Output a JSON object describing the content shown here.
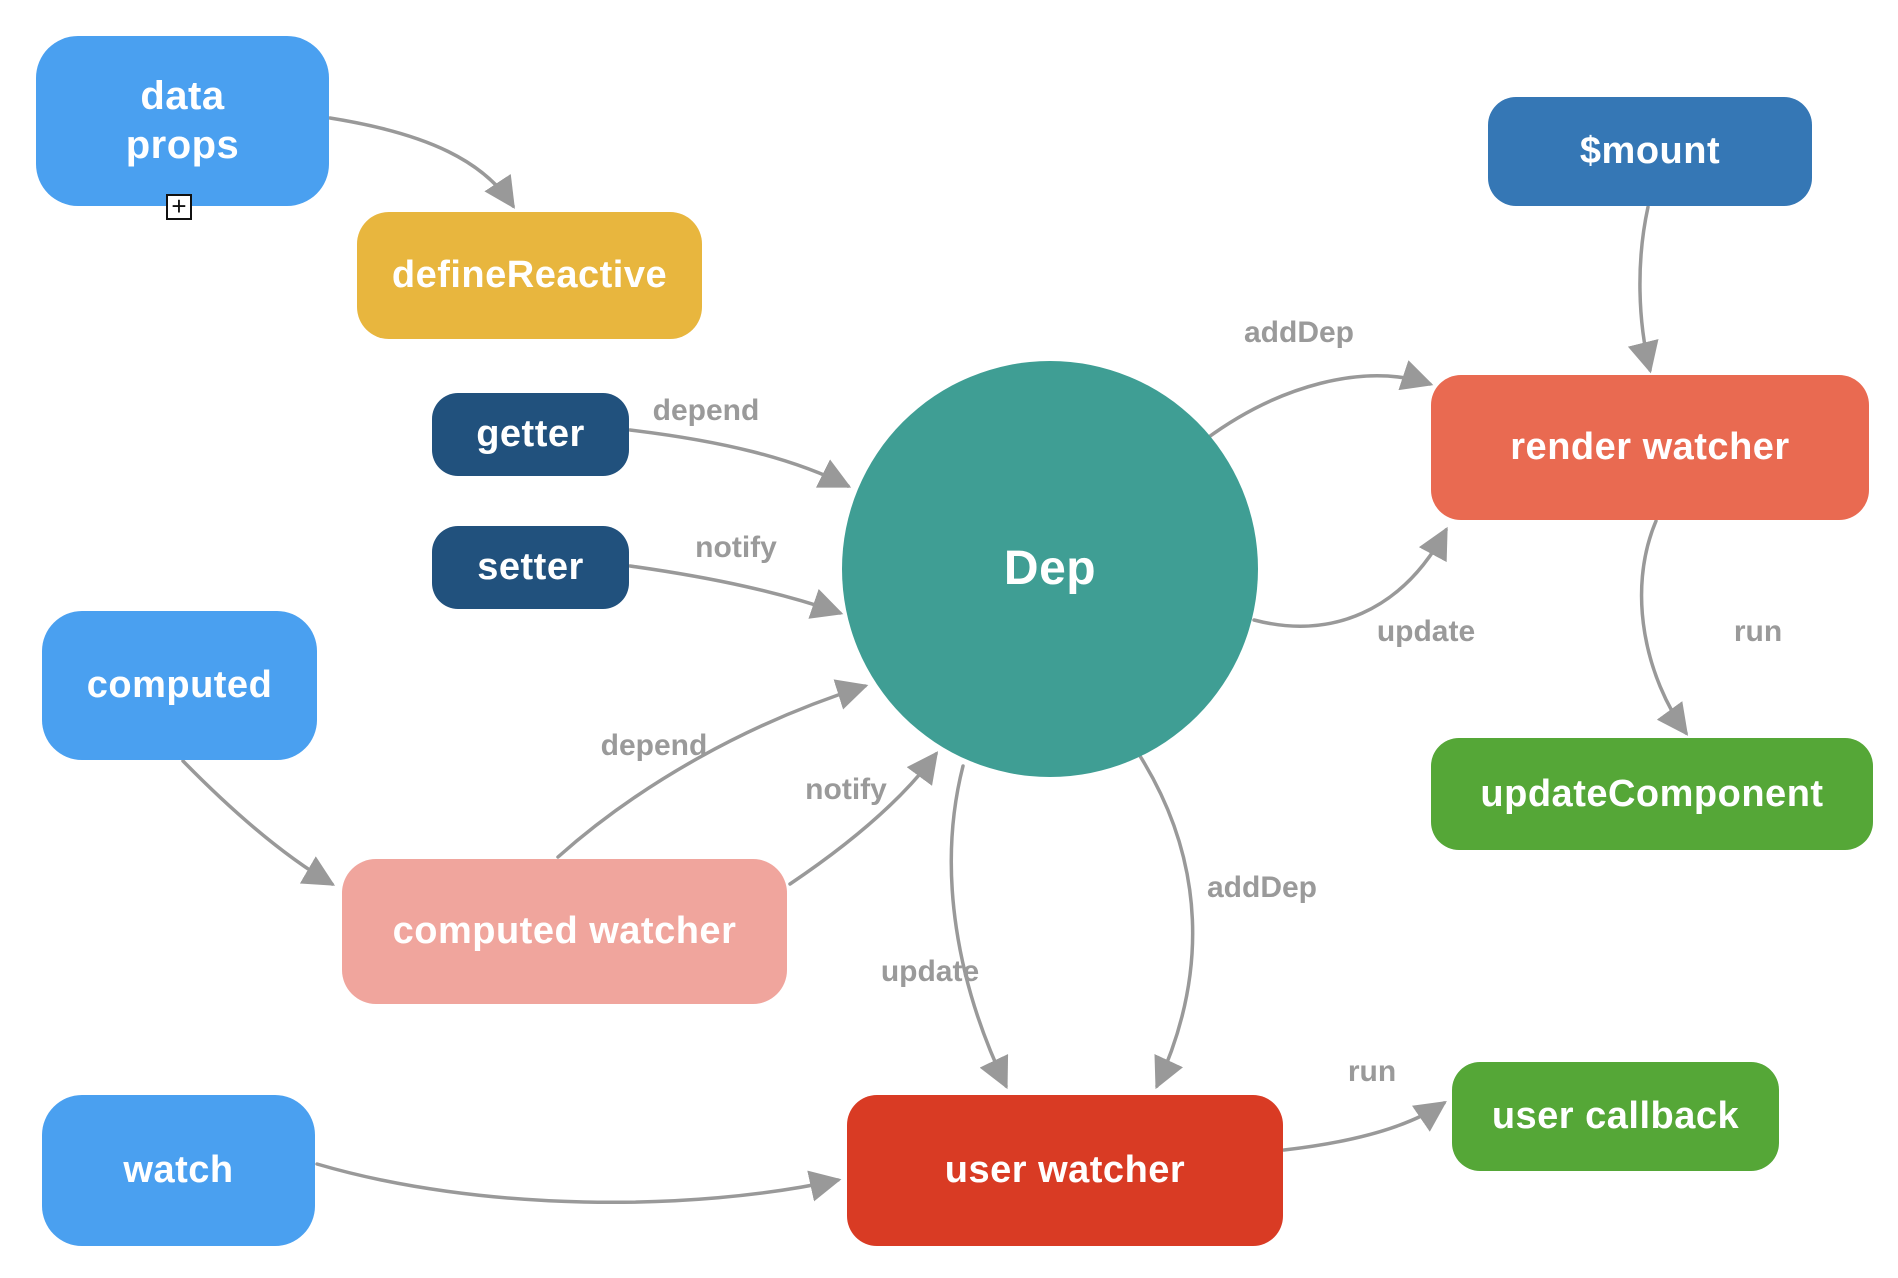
{
  "theme": {
    "background": "#ffffff",
    "arrow_color": "#999999",
    "edge_label_color": "#9a9a9a",
    "node_text_color": "#ffffff",
    "expand_icon_color": "#111111"
  },
  "icons": {
    "expand_glyph": "+"
  },
  "nodes": {
    "data_props": {
      "label": "data\nprops",
      "color": "#4AA0F0"
    },
    "define_reactive": {
      "label": "defineReactive",
      "color": "#E8B63E"
    },
    "getter": {
      "label": "getter",
      "color": "#21517D"
    },
    "setter": {
      "label": "setter",
      "color": "#21517D"
    },
    "dep": {
      "label": "Dep",
      "color": "#3F9E94"
    },
    "mount": {
      "label": "$mount",
      "color": "#3577B5"
    },
    "render_watcher": {
      "label": "render watcher",
      "color": "#E96A51"
    },
    "update_component": {
      "label": "updateComponent",
      "color": "#55A737"
    },
    "computed": {
      "label": "computed",
      "color": "#4AA0F0"
    },
    "computed_watcher": {
      "label": "computed watcher",
      "color": "#F0A59D"
    },
    "watch": {
      "label": "watch",
      "color": "#4AA0F0"
    },
    "user_watcher": {
      "label": "user watcher",
      "color": "#D93B24"
    },
    "user_callback": {
      "label": "user callback",
      "color": "#55A737"
    }
  },
  "edges": [
    {
      "from": "data props",
      "to": "defineReactive",
      "label": ""
    },
    {
      "from": "getter",
      "to": "Dep",
      "label": "depend"
    },
    {
      "from": "setter",
      "to": "Dep",
      "label": "notify"
    },
    {
      "from": "Dep",
      "to": "render watcher",
      "label": "addDep"
    },
    {
      "from": "Dep",
      "to": "render watcher",
      "label": "update"
    },
    {
      "from": "$mount",
      "to": "render watcher",
      "label": ""
    },
    {
      "from": "render watcher",
      "to": "updateComponent",
      "label": "run"
    },
    {
      "from": "computed",
      "to": "computed watcher",
      "label": ""
    },
    {
      "from": "computed watcher",
      "to": "Dep",
      "label": "depend"
    },
    {
      "from": "computed watcher",
      "to": "Dep",
      "label": "notify"
    },
    {
      "from": "Dep",
      "to": "user watcher",
      "label": "update"
    },
    {
      "from": "Dep",
      "to": "user watcher",
      "label": "addDep"
    },
    {
      "from": "watch",
      "to": "user watcher",
      "label": ""
    },
    {
      "from": "user watcher",
      "to": "user callback",
      "label": "run"
    }
  ]
}
